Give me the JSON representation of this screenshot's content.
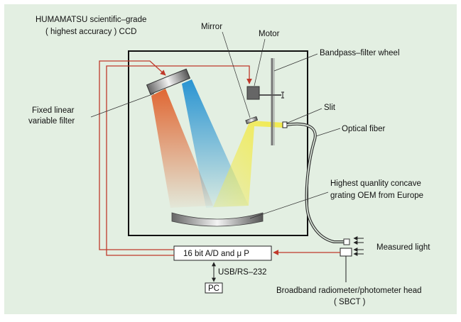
{
  "colors": {
    "background": "#e3efe2",
    "frame": "#111111",
    "signal_line": "#c0392b",
    "leader_line": "#333333",
    "beam_yellow": "#f2ea4a",
    "beam_blue": "#1f8fd1",
    "beam_red": "#e0602a"
  },
  "labels": {
    "ccd_line1": "HUMAMATSU scientific–grade",
    "ccd_line2": "( highest accuracy ) CCD",
    "mirror": "Mirror",
    "motor": "Motor",
    "filter_wheel": "Bandpass–filter wheel",
    "linear_filter_line1": "Fixed linear",
    "linear_filter_line2": "variable filter",
    "slit": "Slit",
    "optical_fiber": "Optical fiber",
    "grating_line1": "Highest quanlity concave",
    "grating_line2": "grating OEM from Europe",
    "measured_light": "Measured light",
    "processor": "16 bit A/D and μ P",
    "interface": "USB/RS–232",
    "pc": "PC",
    "head_line1": "Broadband radiometer/photometer head",
    "head_line2": "( SBCT )"
  },
  "icons": {
    "slit_mark": "slit-ticks-icon",
    "incoming_light": "arrow-left-icon"
  }
}
